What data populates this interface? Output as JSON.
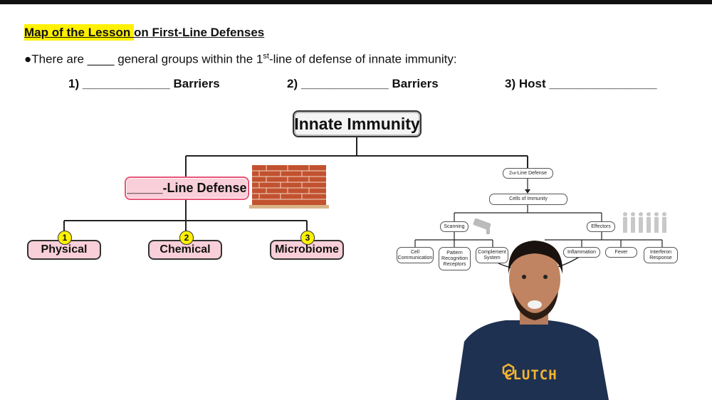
{
  "header": {
    "title_highlight": "Map of the Lesson ",
    "title_rest": "on First-Line Defenses",
    "bullet_prefix": "●There are ____ general groups within the 1",
    "bullet_sup": "st",
    "bullet_suffix": "-line of defense of innate immunity:"
  },
  "blanks": [
    {
      "label": "1) _____________ Barriers"
    },
    {
      "label": "2) _____________ Barriers"
    },
    {
      "label": "3) Host ________________"
    }
  ],
  "diagram": {
    "root": "Innate Immunity",
    "first_line": "_____-Line Defense",
    "first_line_children": [
      {
        "number": "1",
        "label": "Physical"
      },
      {
        "number": "2",
        "label": "Chemical"
      },
      {
        "number": "3",
        "label": "Microbiome"
      }
    ],
    "second_line_prefix": "2",
    "second_line_sup": "nd",
    "second_line_suffix": "-Line Defense",
    "cells_of_immunity": "Cells of Immunity",
    "scanning": "Scanning",
    "effectors": "Effectors",
    "scanning_children": [
      "Cell Communication",
      "Pattern Recognition Receptors",
      "Complement System"
    ],
    "effector_children": [
      "Inflammation",
      "Fever",
      "Interferon Response"
    ]
  },
  "presenter": {
    "shirt_text": "CLUTCH"
  },
  "colors": {
    "highlight": "#fff100",
    "pink_box": "#f9cfd9",
    "brick": "#c2522f",
    "shirt": "#1f3150",
    "logo": "#f3b431"
  }
}
